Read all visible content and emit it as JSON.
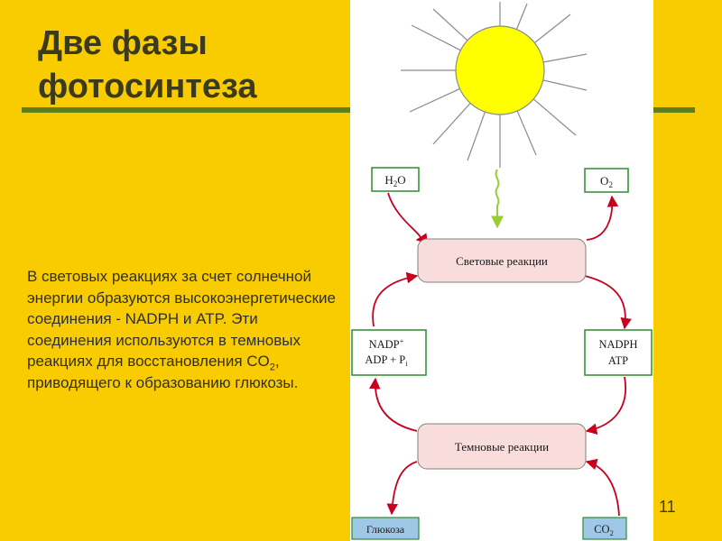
{
  "slide": {
    "title_lines": [
      "Две фазы",
      "фотосинтеза"
    ],
    "body": {
      "part1": "В световых реакциях за счет солнечной энергии образуются высокоэнергетические соединения - NADPH и ATP. Эти соединения используются в темновых реакциях для восстановления CO",
      "sub": "2",
      "part2": ", приводящего к образованию глюкозы."
    },
    "slide_number": "11"
  },
  "diagram": {
    "light_reactions": "Световые реакции",
    "dark_reactions": "Темновые реакции",
    "water": {
      "main": "H",
      "sub": "2",
      "tail": "O"
    },
    "oxygen": {
      "main": "O",
      "sub": "2"
    },
    "nadp_left_line1": {
      "main": "NADP",
      "sup": "+"
    },
    "nadp_left_line2": {
      "main": "ADP + P",
      "sub": "i"
    },
    "nadph_right_line1": "NADPH",
    "nadph_right_line2": "ATP",
    "glucose": "Глюкоза",
    "co2": {
      "main": "CO",
      "sub": "2"
    }
  },
  "colors": {
    "background": "#F9CC02",
    "rule": "#5E7F1C",
    "sun": "#FFFF00",
    "arrow": "#C8001E",
    "reaction_box": "#F9DCDC",
    "input_box_border": "#2E8B2E",
    "output_box": "#9FC7E6"
  }
}
